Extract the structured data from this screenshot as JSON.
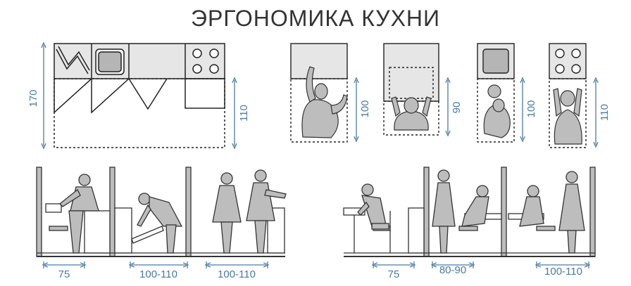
{
  "title": "ЭРГОНОМИКА КУХНИ",
  "colors": {
    "dimension": "#4a7aa6",
    "outline": "#222222",
    "figure": "#bdbdbd",
    "unit_fill": "#e0e0e0"
  },
  "plan_dimensions": {
    "counter_depth": "170",
    "counter_clearance": "110",
    "sink_zone": "100",
    "table_zone": "90",
    "dishwasher_zone": "100",
    "stove_zone": "110"
  },
  "elevation_dimensions": {
    "dishwasher_side": "75",
    "oven": "100-110",
    "passage": "100-110",
    "chair_pull": "75",
    "standing_seat": "80-90",
    "dining_pair": "100-110"
  },
  "icons": [
    "sink-icon",
    "stove-burners-icon",
    "human-figure-icon",
    "chair-icon",
    "oven-door-icon"
  ]
}
